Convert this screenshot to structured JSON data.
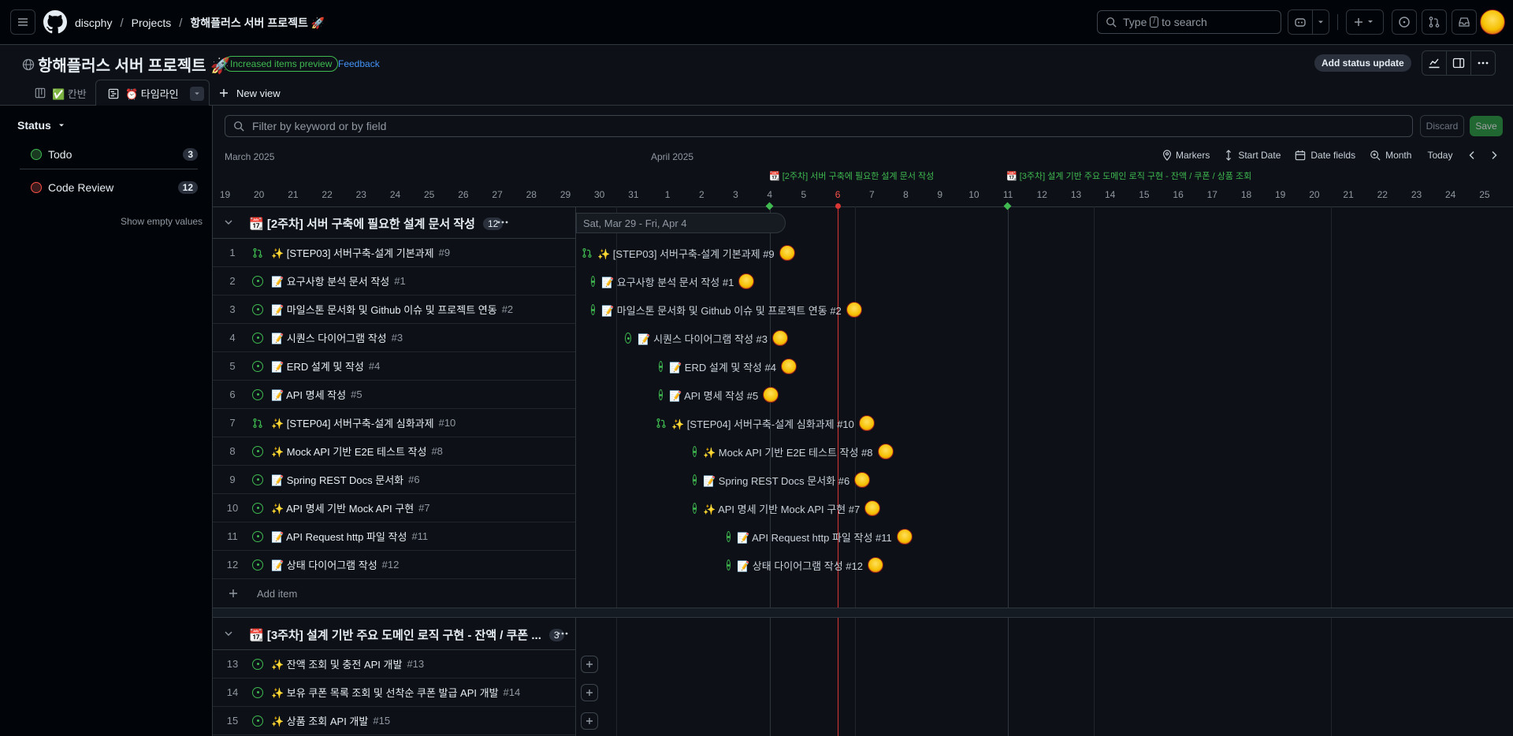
{
  "header": {
    "owner": "discphy",
    "projects": "Projects",
    "project": "항해플러스 서버 프로젝트 🚀",
    "search_prefix": "Type",
    "search_key": "/",
    "search_suffix": "to search"
  },
  "project": {
    "title": "항해플러스 서버 프로젝트 🚀",
    "preview_badge": "Increased items preview",
    "feedback": "Feedback",
    "status_update": "Add status update"
  },
  "tabs": [
    {
      "label": "✅ 칸반"
    },
    {
      "label": "⏰ 타임라인"
    }
  ],
  "new_view": "New view",
  "sidebar": {
    "group_by": "Status",
    "items": [
      {
        "label": "Todo",
        "count": "3"
      },
      {
        "label": "Code Review",
        "count": "12"
      }
    ],
    "show_empty": "Show empty values"
  },
  "filter": {
    "placeholder": "Filter by keyword or by field",
    "discard": "Discard",
    "save": "Save"
  },
  "timeline": {
    "month1": "March 2025",
    "month2": "April 2025",
    "markers": "Markers",
    "start_date": "Start Date",
    "date_fields": "Date fields",
    "zoom": "Month",
    "today": "Today",
    "milestone1": "📆 [2주차] 서버 구축에 필요한 설계 문서 작성",
    "milestone2": "📆 [3주차] 설계 기반 주요 도메인 로직 구현 - 잔액 / 쿠폰 / 상품 조회",
    "dates": [
      "19",
      "20",
      "21",
      "22",
      "23",
      "24",
      "25",
      "26",
      "27",
      "28",
      "29",
      "30",
      "31",
      "1",
      "2",
      "3",
      "4",
      "5",
      "6",
      "7",
      "8",
      "9",
      "10",
      "11",
      "12",
      "13",
      "14",
      "15",
      "16",
      "17",
      "18",
      "19",
      "20",
      "21",
      "22",
      "23",
      "24",
      "25"
    ],
    "range_label": "Sat, Mar 29 - Fri, Apr 4"
  },
  "groups": [
    {
      "title": "📆 [2주차] 서버 구축에 필요한 설계 문서 작성",
      "count": "12",
      "add_item": "Add item"
    },
    {
      "title": "📆 [3주차] 설계 기반 주요 도메인 로직 구현 - 잔액 / 쿠폰 ...",
      "count": "3"
    }
  ],
  "rows": [
    {
      "n": "1",
      "title": "✨ [STEP03] 서버구축-설계 기본과제",
      "num": "#9",
      "bar": "✨ [STEP03] 서버구축-설계 기본과제 #9"
    },
    {
      "n": "2",
      "title": "📝 요구사항 분석 문서 작성",
      "num": "#1",
      "bar": "📝 요구사항 분석 문서 작성 #1"
    },
    {
      "n": "3",
      "title": "📝 마일스톤 문서화 및 Github 이슈 및 프로젝트 연동",
      "num": "#2",
      "bar": "📝 마일스톤 문서화 및 Github 이슈 및 프로젝트 연동 #2"
    },
    {
      "n": "4",
      "title": "📝 시퀀스 다이어그램 작성",
      "num": "#3",
      "bar": "📝 시퀀스 다이어그램 작성 #3"
    },
    {
      "n": "5",
      "title": "📝 ERD 설계 및 작성",
      "num": "#4",
      "bar": "📝 ERD 설계 및 작성 #4"
    },
    {
      "n": "6",
      "title": "📝 API 명세 작성",
      "num": "#5",
      "bar": "📝 API 명세 작성 #5"
    },
    {
      "n": "7",
      "title": "✨ [STEP04] 서버구축-설계 심화과제",
      "num": "#10",
      "bar": "✨ [STEP04] 서버구축-설계 심화과제 #10"
    },
    {
      "n": "8",
      "title": "✨ Mock API 기반 E2E 테스트 작성",
      "num": "#8",
      "bar": "✨ Mock API 기반 E2E 테스트 작성 #8"
    },
    {
      "n": "9",
      "title": "📝 Spring REST Docs 문서화",
      "num": "#6",
      "bar": "📝 Spring REST Docs 문서화 #6"
    },
    {
      "n": "10",
      "title": "✨ API 명세 기반 Mock API 구현",
      "num": "#7",
      "bar": "✨ API 명세 기반 Mock API 구현 #7"
    },
    {
      "n": "11",
      "title": "📝 API Request http 파일 작성",
      "num": "#11",
      "bar": "📝 API Request http 파일 작성 #11"
    },
    {
      "n": "12",
      "title": "📝 상태 다이어그램 작성",
      "num": "#12",
      "bar": "📝 상태 다이어그램 작성 #12"
    },
    {
      "n": "13",
      "title": "✨ 잔액 조회 및 충전 API 개발",
      "num": "#13"
    },
    {
      "n": "14",
      "title": "✨ 보유 쿠폰 목록 조회 및 선착순 쿠폰 발급 API 개발",
      "num": "#14"
    },
    {
      "n": "15",
      "title": "✨ 상품 조회 API 개발",
      "num": "#15"
    }
  ]
}
